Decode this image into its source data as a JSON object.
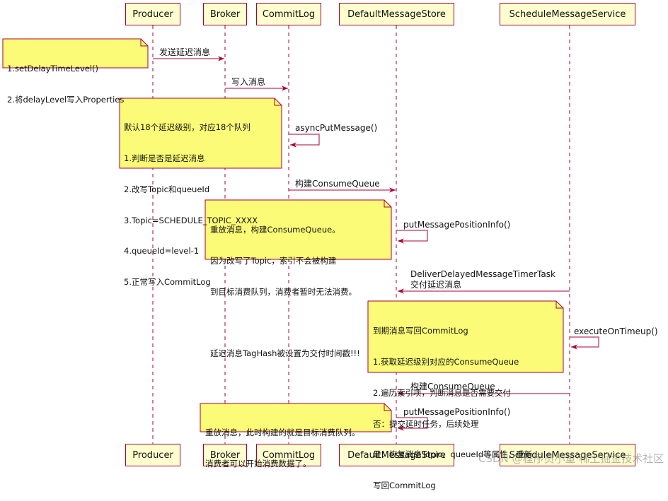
{
  "participants": [
    "Producer",
    "Broker",
    "CommitLog",
    "DefaultMessageStore",
    "ScheduleMessageService"
  ],
  "messages": {
    "m1": "发送延迟消息",
    "m2": "写入消息",
    "m3": "asyncPutMessage()",
    "m4": "构建ConsumeQueue",
    "m5": "putMessagePositionInfo()",
    "m6_line1": "DeliverDelayedMessageTimerTask",
    "m6_line2": "交付延迟消息",
    "m7": "executeOnTimeup()",
    "m8": "构建ConsumeQueue",
    "m9": "putMessagePositionInfo()"
  },
  "notes": {
    "n1": [
      "1.setDelayTimeLevel()",
      "2.将delayLevel写入Properties"
    ],
    "n2": [
      "默认18个延迟级别，对应18个队列",
      "1.判断是否是延迟消息",
      "2.改写Topic和queueId",
      "3.Topic=SCHEDULE_TOPIC_XXXX",
      "4.queueId=level-1",
      "5.正常写入CommitLog"
    ],
    "n3": [
      "重放消息，构建ConsumeQueue。",
      "因为改写了Topic，索引不会被构建",
      "到目标消费队列，消费者暂时无法消费。",
      "",
      "延迟消息TagHash被设置为交付时间戳!!!"
    ],
    "n4": [
      "到期消息写回CommitLog",
      "1.获取延迟级别对应的ConsumeQueue",
      "2.遍历索引项，判断消息是否需要交付",
      "否：提交延时任务，后续处理",
      "是：恢复消息Topic、queueId等属性，重新",
      "写回CommitLog"
    ],
    "n5": [
      "重放消息，此时构建的就是目标消费队列。",
      "消费者可以开始消费数据了。"
    ]
  },
  "watermark": "CSDN @程序员小董·稀土掘金技术社区",
  "colors": {
    "line": "#a80036",
    "box_fill": "#fefece",
    "note_fill": "#fbfb77",
    "lifeline": "#a80036"
  }
}
